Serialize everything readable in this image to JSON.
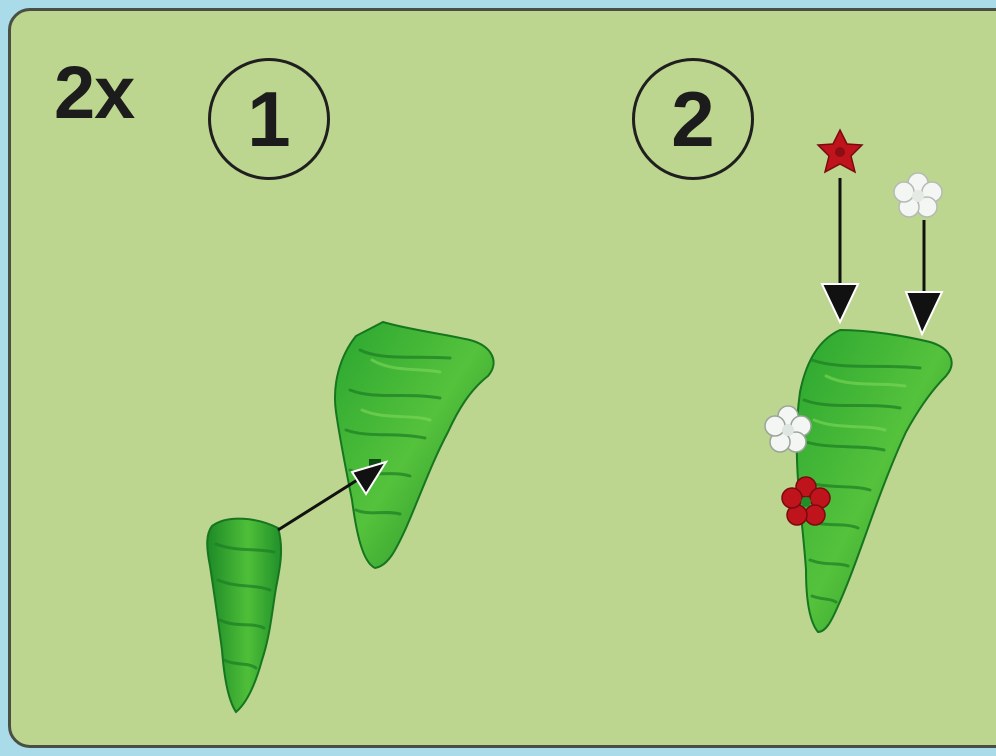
{
  "instructions": {
    "quantity_label": "2x",
    "step_1_number": "1",
    "step_2_number": "2"
  },
  "colors": {
    "outer_background": "#a9dbe8",
    "panel_background": "#bdd68f",
    "foliage_dark": "#1f8f28",
    "foliage_light": "#53c13b",
    "flower_red": "#c0141c",
    "flower_white": "#f4f6f4",
    "arrow": "#111111"
  },
  "parts": {
    "small_foliage": "small-green-leaf-piece",
    "large_foliage": "large-green-leaf-piece",
    "red_flower": "red-flower",
    "white_flower": "white-flower"
  }
}
